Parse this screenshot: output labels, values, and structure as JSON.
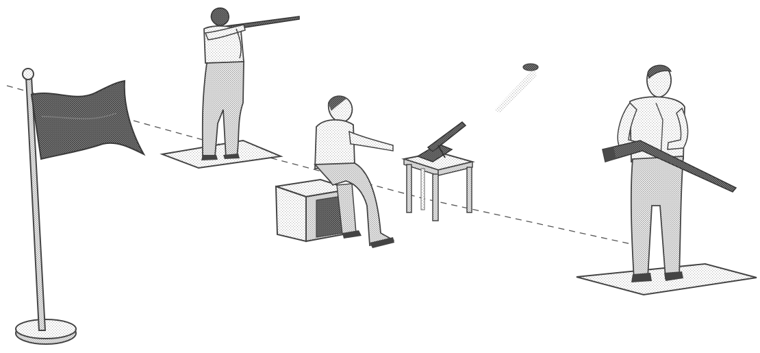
{
  "scene": {
    "description_visible_text": "",
    "colors": {
      "background": "#ffffff",
      "ink": "#3a3a3a",
      "light_shade": "#d8d8d8",
      "mid_shade": "#a6a6a6",
      "dark_shade": "#5e5e5e"
    },
    "elements": [
      "flag",
      "shooter-aiming",
      "shooting-mat-left",
      "seated-trap-operator",
      "stool",
      "trap-table",
      "trap-machine",
      "clay-target",
      "shooter-waiting",
      "shooting-mat-right",
      "flight-path-line"
    ]
  }
}
